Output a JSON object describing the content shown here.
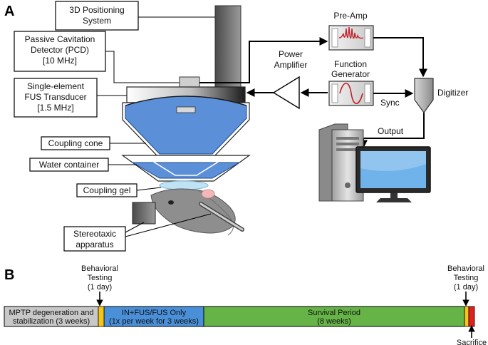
{
  "panel_a": {
    "letter": "A",
    "labels": {
      "positioning": [
        "3D Positioning",
        "System"
      ],
      "pcd": [
        "Passive Cavitation",
        "Detector (PCD)",
        "[10 MHz]"
      ],
      "transducer": [
        "Single-element",
        "FUS Transducer",
        "[1.5 MHz]"
      ],
      "coupling_cone": "Coupling cone",
      "water_container": "Water container",
      "coupling_gel": "Coupling gel",
      "stereotaxic": [
        "Stereotaxic",
        "apparatus"
      ],
      "pre_amp": "Pre-Amp",
      "power_amplifier": [
        "Power",
        "Amplifier"
      ],
      "function_generator": [
        "Function",
        "Generator"
      ],
      "digitizer": "Digitizer",
      "sync": "Sync",
      "output": "Output"
    }
  },
  "panel_b": {
    "letter": "B",
    "events": {
      "behavioral_1": [
        "Behavioral",
        "Testing",
        "(1 day)"
      ],
      "behavioral_2": [
        "Behavioral",
        "Testing",
        "(1 day)"
      ],
      "sacrifice": "Sacrifice"
    },
    "segments": [
      {
        "lines": [
          "MPTP degeneration and",
          "stabilization (3 weeks)"
        ],
        "color": "#c8c8c8"
      },
      {
        "lines": [
          "IN+FUS/FUS Only",
          "(1x per week for 3 weeks)"
        ],
        "color": "#4a90d9"
      },
      {
        "lines": [
          "Survival Period",
          "(8 weeks)"
        ],
        "color": "#66b347"
      }
    ],
    "colors": {
      "behavioral_marker": "#f5c518",
      "sacrifice_marker": "#e02020"
    }
  }
}
